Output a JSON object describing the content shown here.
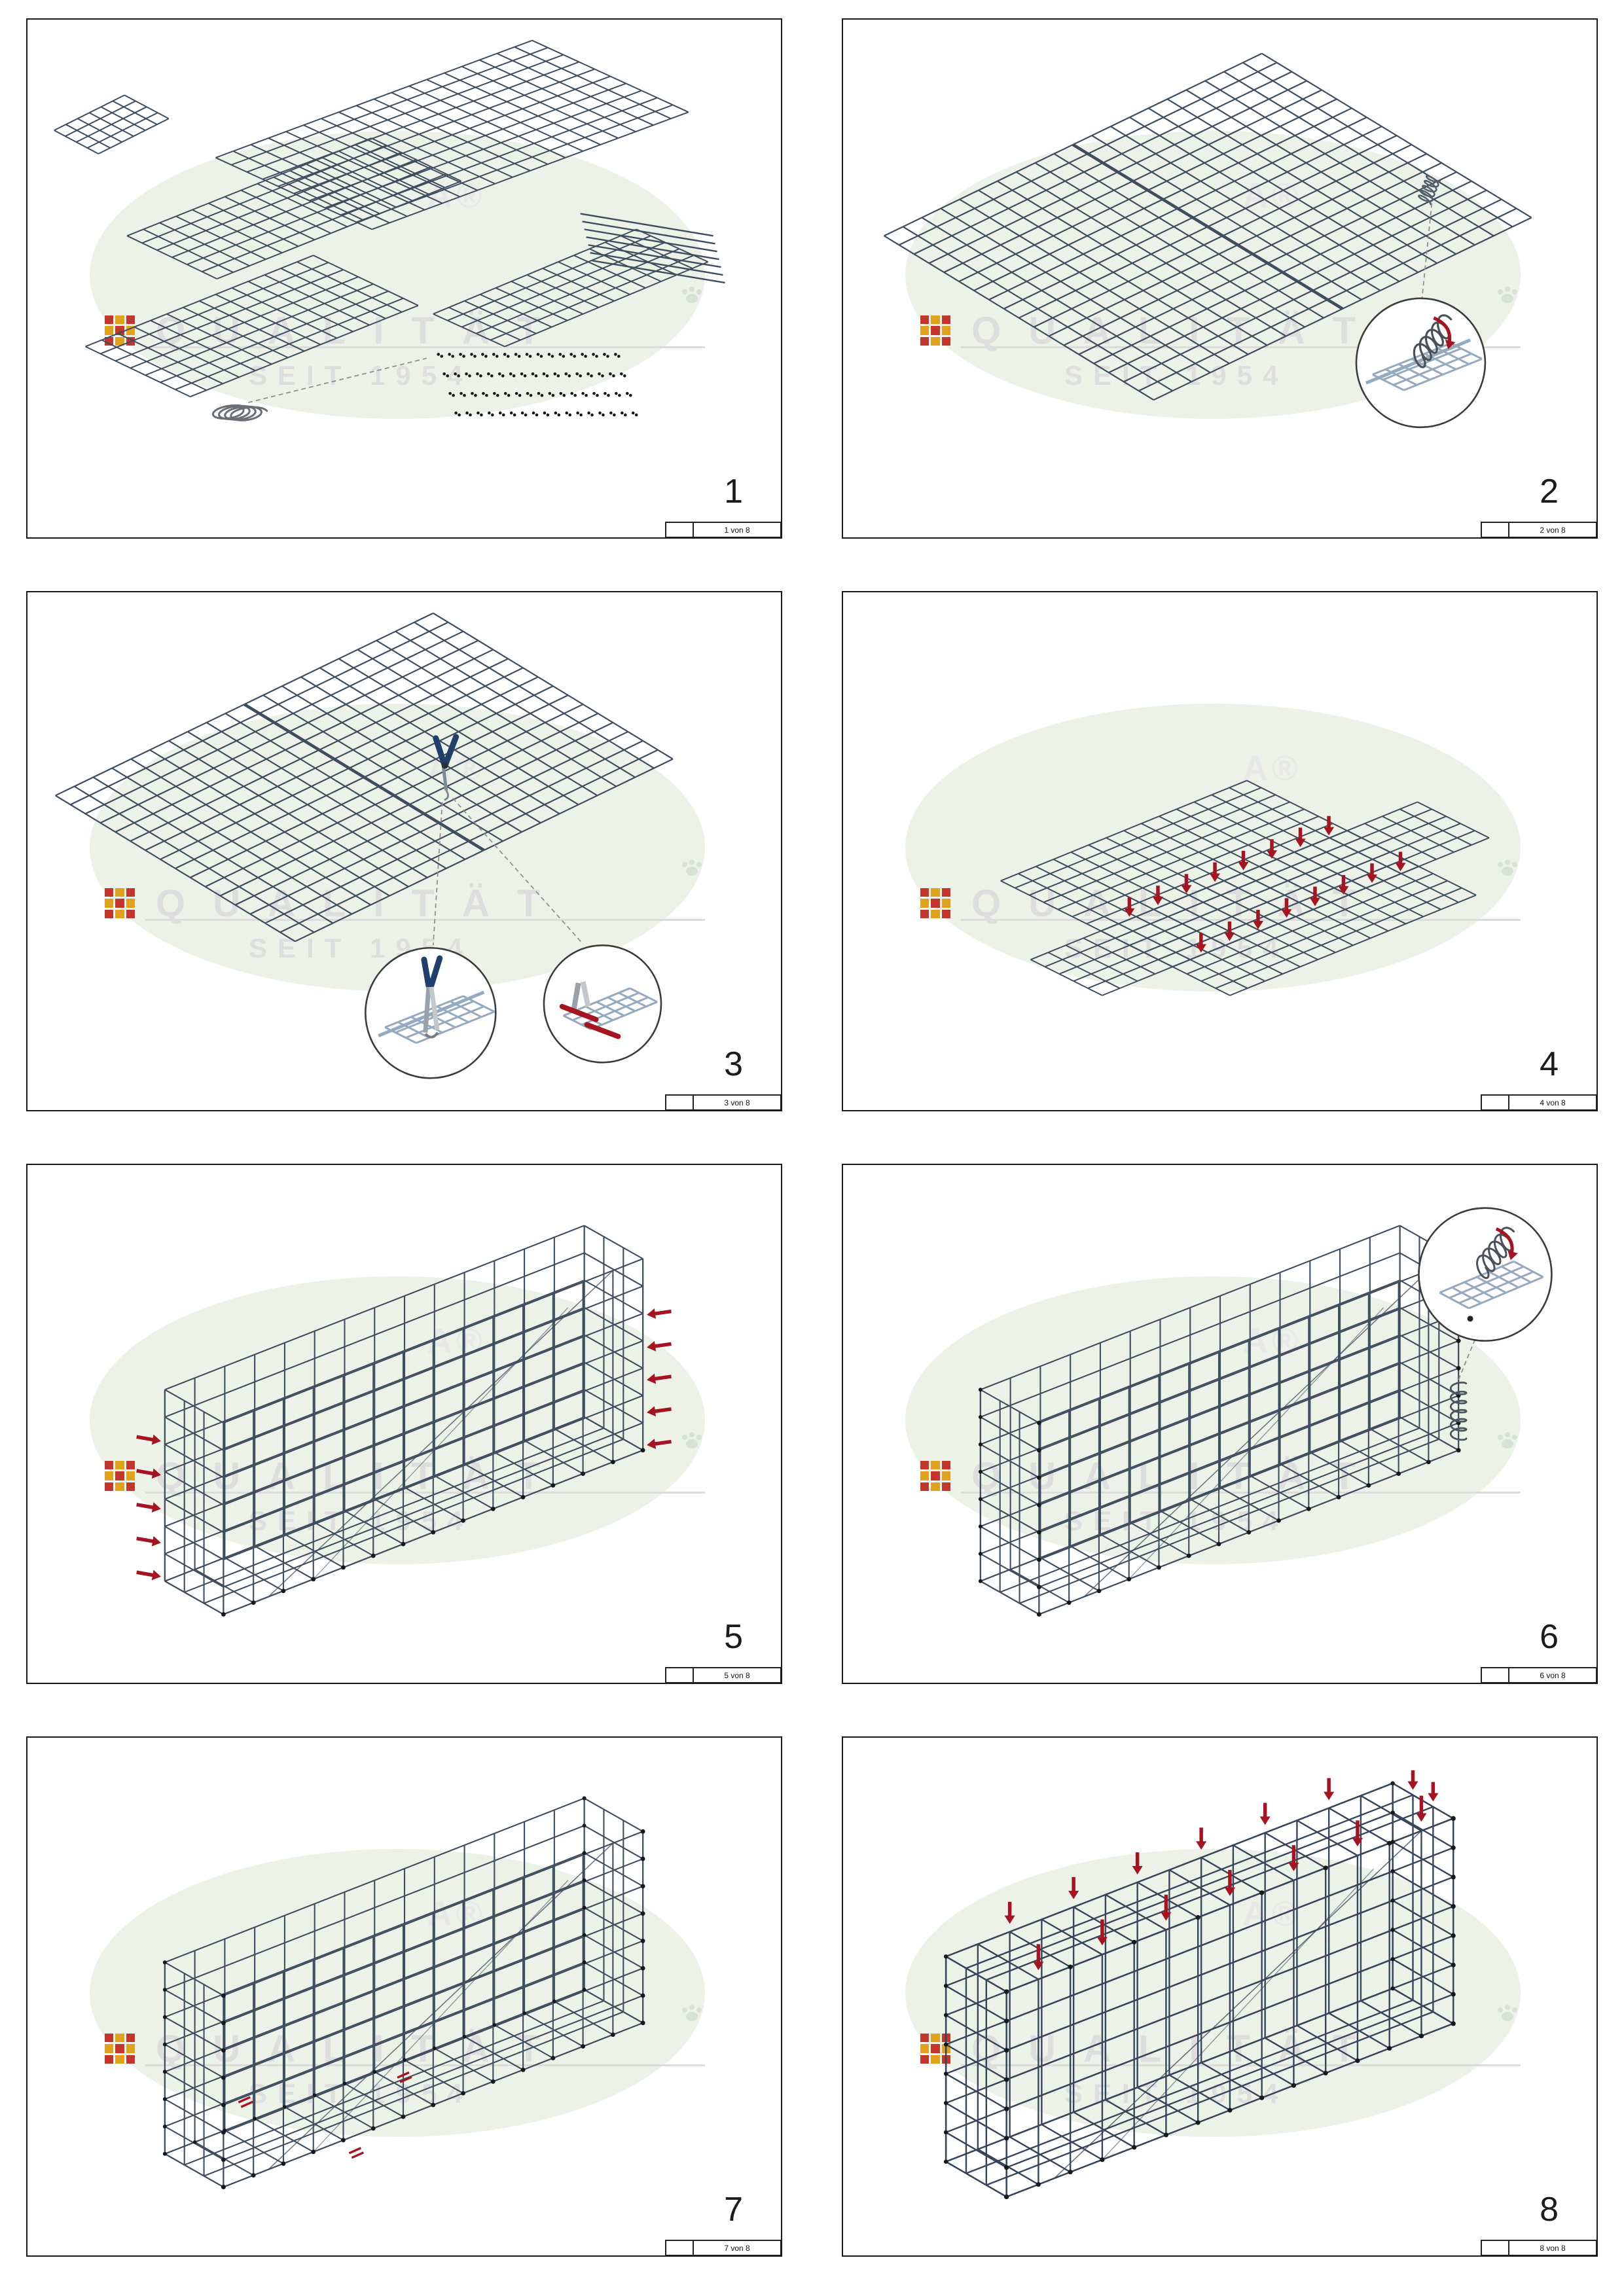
{
  "watermark": {
    "brand_mark": "A®",
    "line1": "QUALITÄT",
    "line2": "SEIT 1954"
  },
  "colors": {
    "mesh": "#3e4e5e",
    "mesh_light": "#95aabf",
    "arrow_red": "#a51420",
    "spiral_gray": "#5c646d",
    "watermark_green": "#ecf2e8",
    "watermark_text": "#dedede",
    "logo_red": "#c2362b",
    "logo_gold": "#e0a11c",
    "paw_green": "#d6e3d2",
    "panel_border": "#1a1a1a"
  },
  "panels": [
    {
      "step": "1",
      "sheet_label": "1 von 8",
      "scene": "parts"
    },
    {
      "step": "2",
      "sheet_label": "2 von 8",
      "scene": "flat-spiral"
    },
    {
      "step": "3",
      "sheet_label": "3 von 8",
      "scene": "flat-clip"
    },
    {
      "step": "4",
      "sheet_label": "4 von 8",
      "scene": "cross-arrows"
    },
    {
      "step": "5",
      "sheet_label": "5 von 8",
      "scene": "box-arrows"
    },
    {
      "step": "6",
      "sheet_label": "6 von 8",
      "scene": "box-spiral"
    },
    {
      "step": "7",
      "sheet_label": "7 von 8",
      "scene": "box-clips"
    },
    {
      "step": "8",
      "sheet_label": "8 von 8",
      "scene": "box-lid"
    }
  ]
}
